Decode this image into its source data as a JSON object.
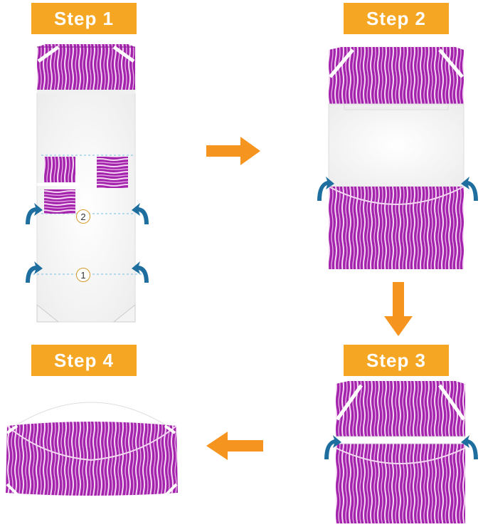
{
  "steps": [
    {
      "label": "Step 1"
    },
    {
      "label": "Step 2"
    },
    {
      "label": "Step 3"
    },
    {
      "label": "Step 4"
    }
  ],
  "fold_markers": [
    "1",
    "2"
  ],
  "colors": {
    "label_bg": "#f5a623",
    "arrow": "#f5941f",
    "fold_arrow": "#1e6f9f",
    "tie_dye": "#9b1fa6",
    "fabric": "#ffffff"
  }
}
